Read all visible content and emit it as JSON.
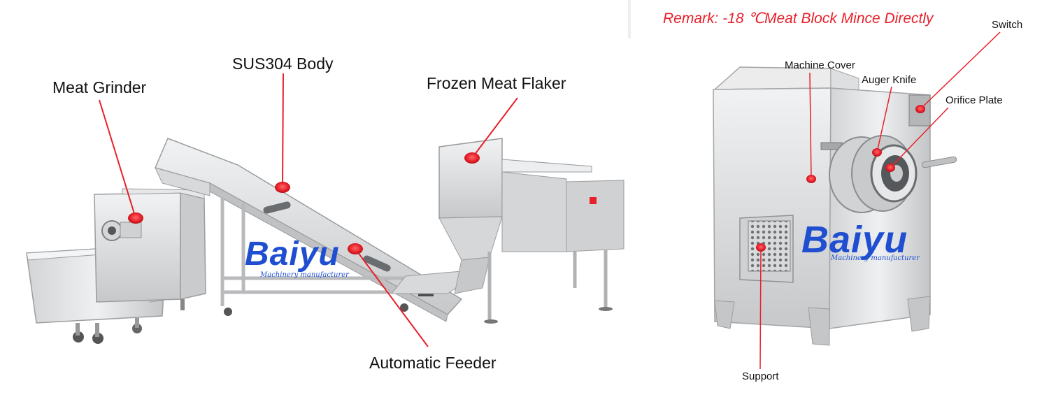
{
  "left_panel": {
    "labels": {
      "meat_grinder": "Meat Grinder",
      "sus304_body": "SUS304 Body",
      "frozen_meat_flaker": "Frozen Meat Flaker",
      "automatic_feeder": "Automatic Feeder"
    },
    "logo": {
      "brand": "Baiyu",
      "tagline": "Machinery manufacturer"
    }
  },
  "right_panel": {
    "remark": "Remark: -18 ℃Meat Block Mince Directly",
    "labels": {
      "switch": "Switch",
      "machine_cover": "Machine Cover",
      "auger_knife": "Auger Knife",
      "orifice_plate": "Orifice Plate",
      "support": "Support"
    },
    "logo": {
      "brand": "Baiyu",
      "tagline": "Machinery manufacturer"
    }
  },
  "colors": {
    "pointer": "#e8202a",
    "steel_light": "#e4e5e6",
    "steel_mid": "#c9cbcd",
    "steel_dark": "#8e9194",
    "logo": "#1f4fd0",
    "remark": "#e8202a"
  }
}
